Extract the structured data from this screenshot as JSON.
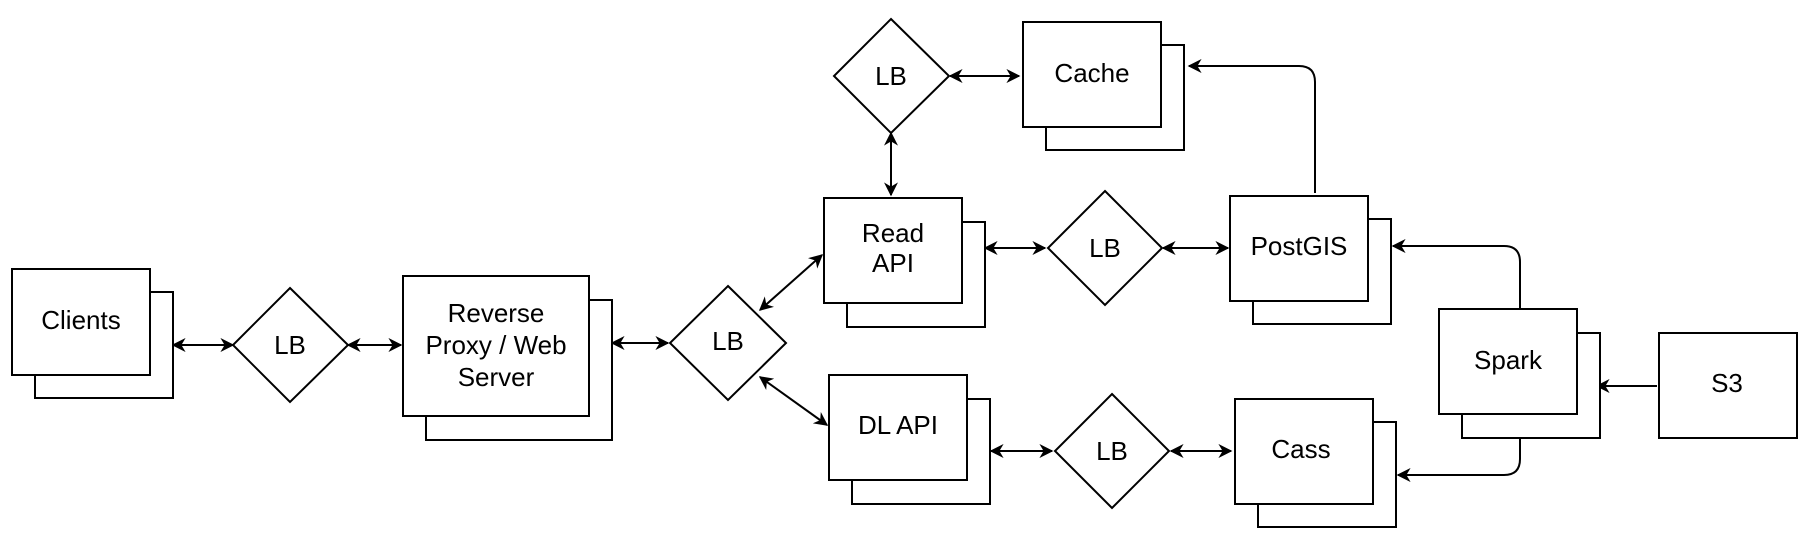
{
  "diagram": {
    "nodes": {
      "clients": {
        "label": "Clients"
      },
      "lb_clients": {
        "label": "LB"
      },
      "reverse_proxy": {
        "lines": [
          "Reverse",
          "Proxy / Web",
          "Server"
        ]
      },
      "lb_router": {
        "label": "LB"
      },
      "lb_cache": {
        "label": "LB"
      },
      "cache": {
        "label": "Cache"
      },
      "read_api": {
        "lines": [
          "Read",
          "API"
        ]
      },
      "lb_read": {
        "label": "LB"
      },
      "postgis": {
        "label": "PostGIS"
      },
      "dl_api": {
        "label": "DL API"
      },
      "lb_dl": {
        "label": "LB"
      },
      "cass": {
        "label": "Cass"
      },
      "spark": {
        "label": "Spark"
      },
      "s3": {
        "label": "S3"
      }
    },
    "edges": [
      {
        "from": "clients",
        "to": "lb_clients",
        "direction": "both"
      },
      {
        "from": "lb_clients",
        "to": "reverse_proxy",
        "direction": "both"
      },
      {
        "from": "reverse_proxy",
        "to": "lb_router",
        "direction": "both"
      },
      {
        "from": "lb_router",
        "to": "read_api",
        "direction": "both"
      },
      {
        "from": "lb_router",
        "to": "dl_api",
        "direction": "both"
      },
      {
        "from": "lb_cache",
        "to": "cache",
        "direction": "both"
      },
      {
        "from": "lb_cache",
        "to": "read_api",
        "direction": "both"
      },
      {
        "from": "read_api",
        "to": "lb_read",
        "direction": "both"
      },
      {
        "from": "lb_read",
        "to": "postgis",
        "direction": "both"
      },
      {
        "from": "postgis",
        "to": "cache",
        "direction": "forward"
      },
      {
        "from": "dl_api",
        "to": "lb_dl",
        "direction": "both"
      },
      {
        "from": "lb_dl",
        "to": "cass",
        "direction": "both"
      },
      {
        "from": "spark",
        "to": "postgis",
        "direction": "forward"
      },
      {
        "from": "spark",
        "to": "cass",
        "direction": "forward"
      },
      {
        "from": "s3",
        "to": "spark",
        "direction": "forward"
      }
    ]
  }
}
